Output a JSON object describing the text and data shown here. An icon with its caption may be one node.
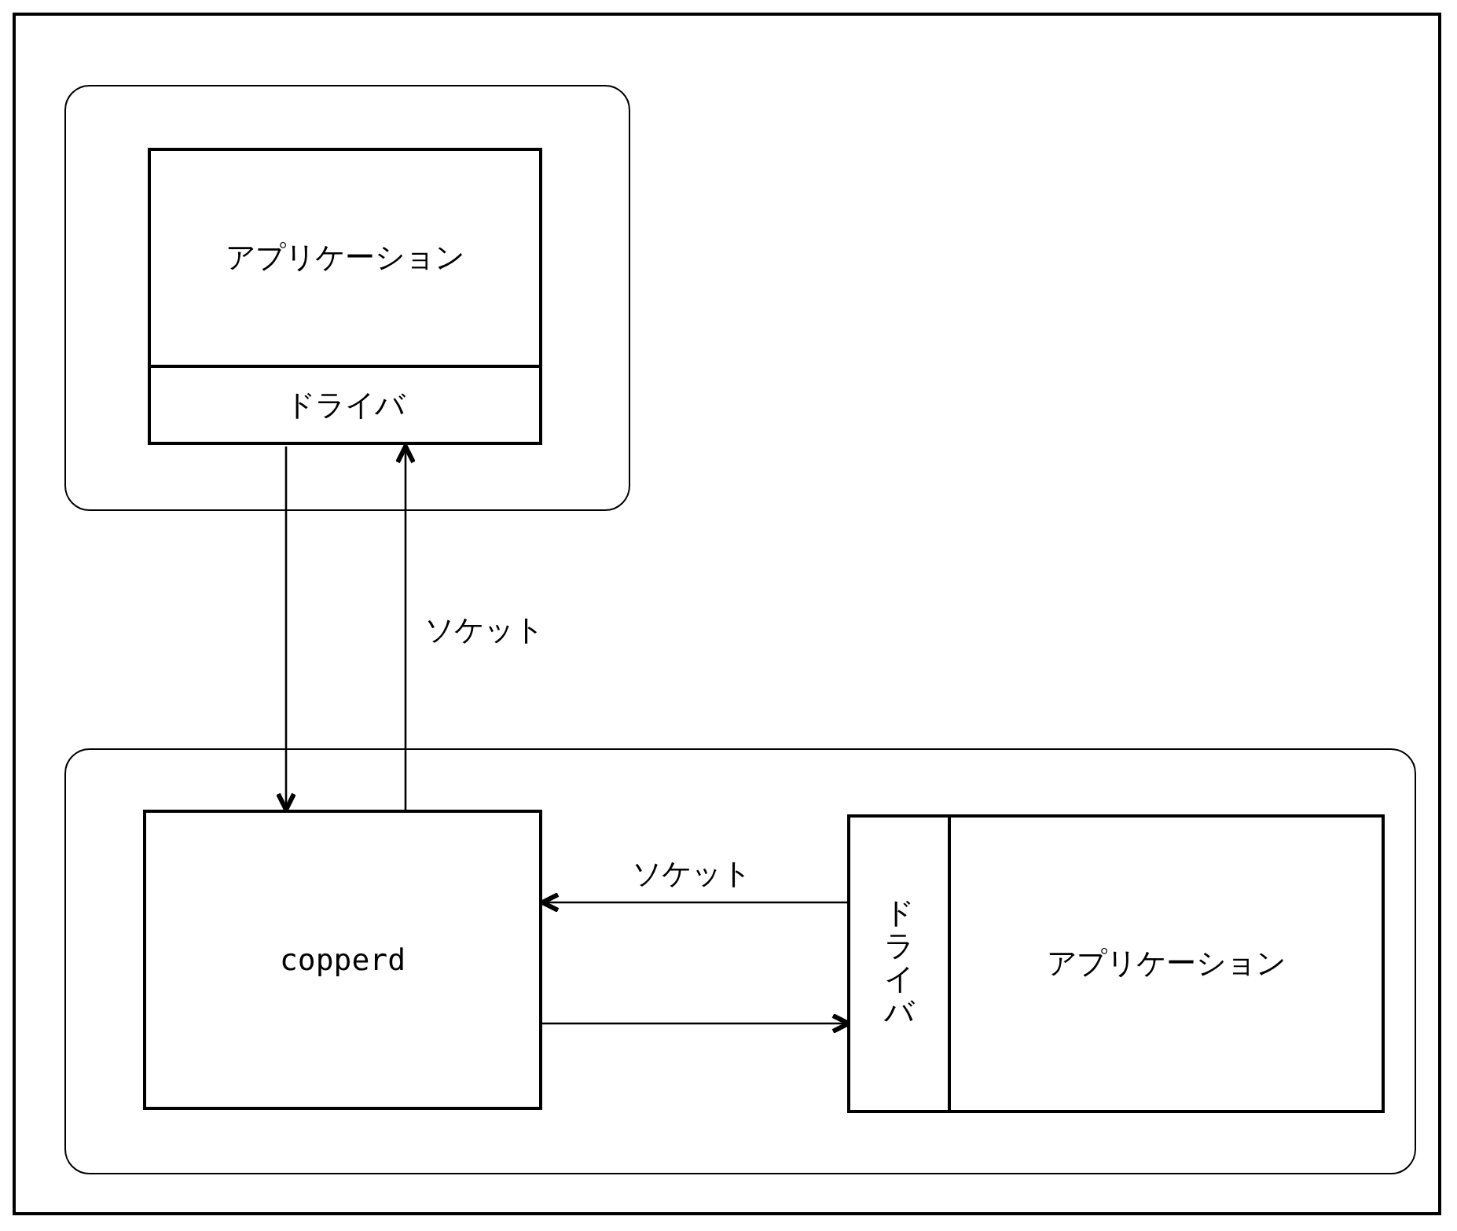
{
  "diagram": {
    "nodes": [
      {
        "text": [],
        "shape": "box"
      },
      {
        "text": [
          "アプリケーション"
        ],
        "in": 0
      },
      {
        "text": [
          "ドライバ"
        ],
        "in": 1
      },
      {
        "text": [],
        "shape": "box"
      },
      {
        "text": [
          "copperd"
        ],
        "in": 3
      },
      {
        "text": [
          "アプリケーション"
        ],
        "in": 3
      },
      {
        "text": [
          "ドライバ"
        ],
        "in": 5
      }
    ],
    "edges": [
      {
        "from": 2,
        "to": 4,
        "arrow": "to"
      },
      {
        "from": 4,
        "to": 2,
        "arrow": "to",
        "label": "ソケット"
      },
      {
        "from": 6,
        "to": 4,
        "arrow": "to",
        "label": "ソケット"
      },
      {
        "from": 4,
        "to": 6,
        "arrow": "to"
      }
    ]
  }
}
